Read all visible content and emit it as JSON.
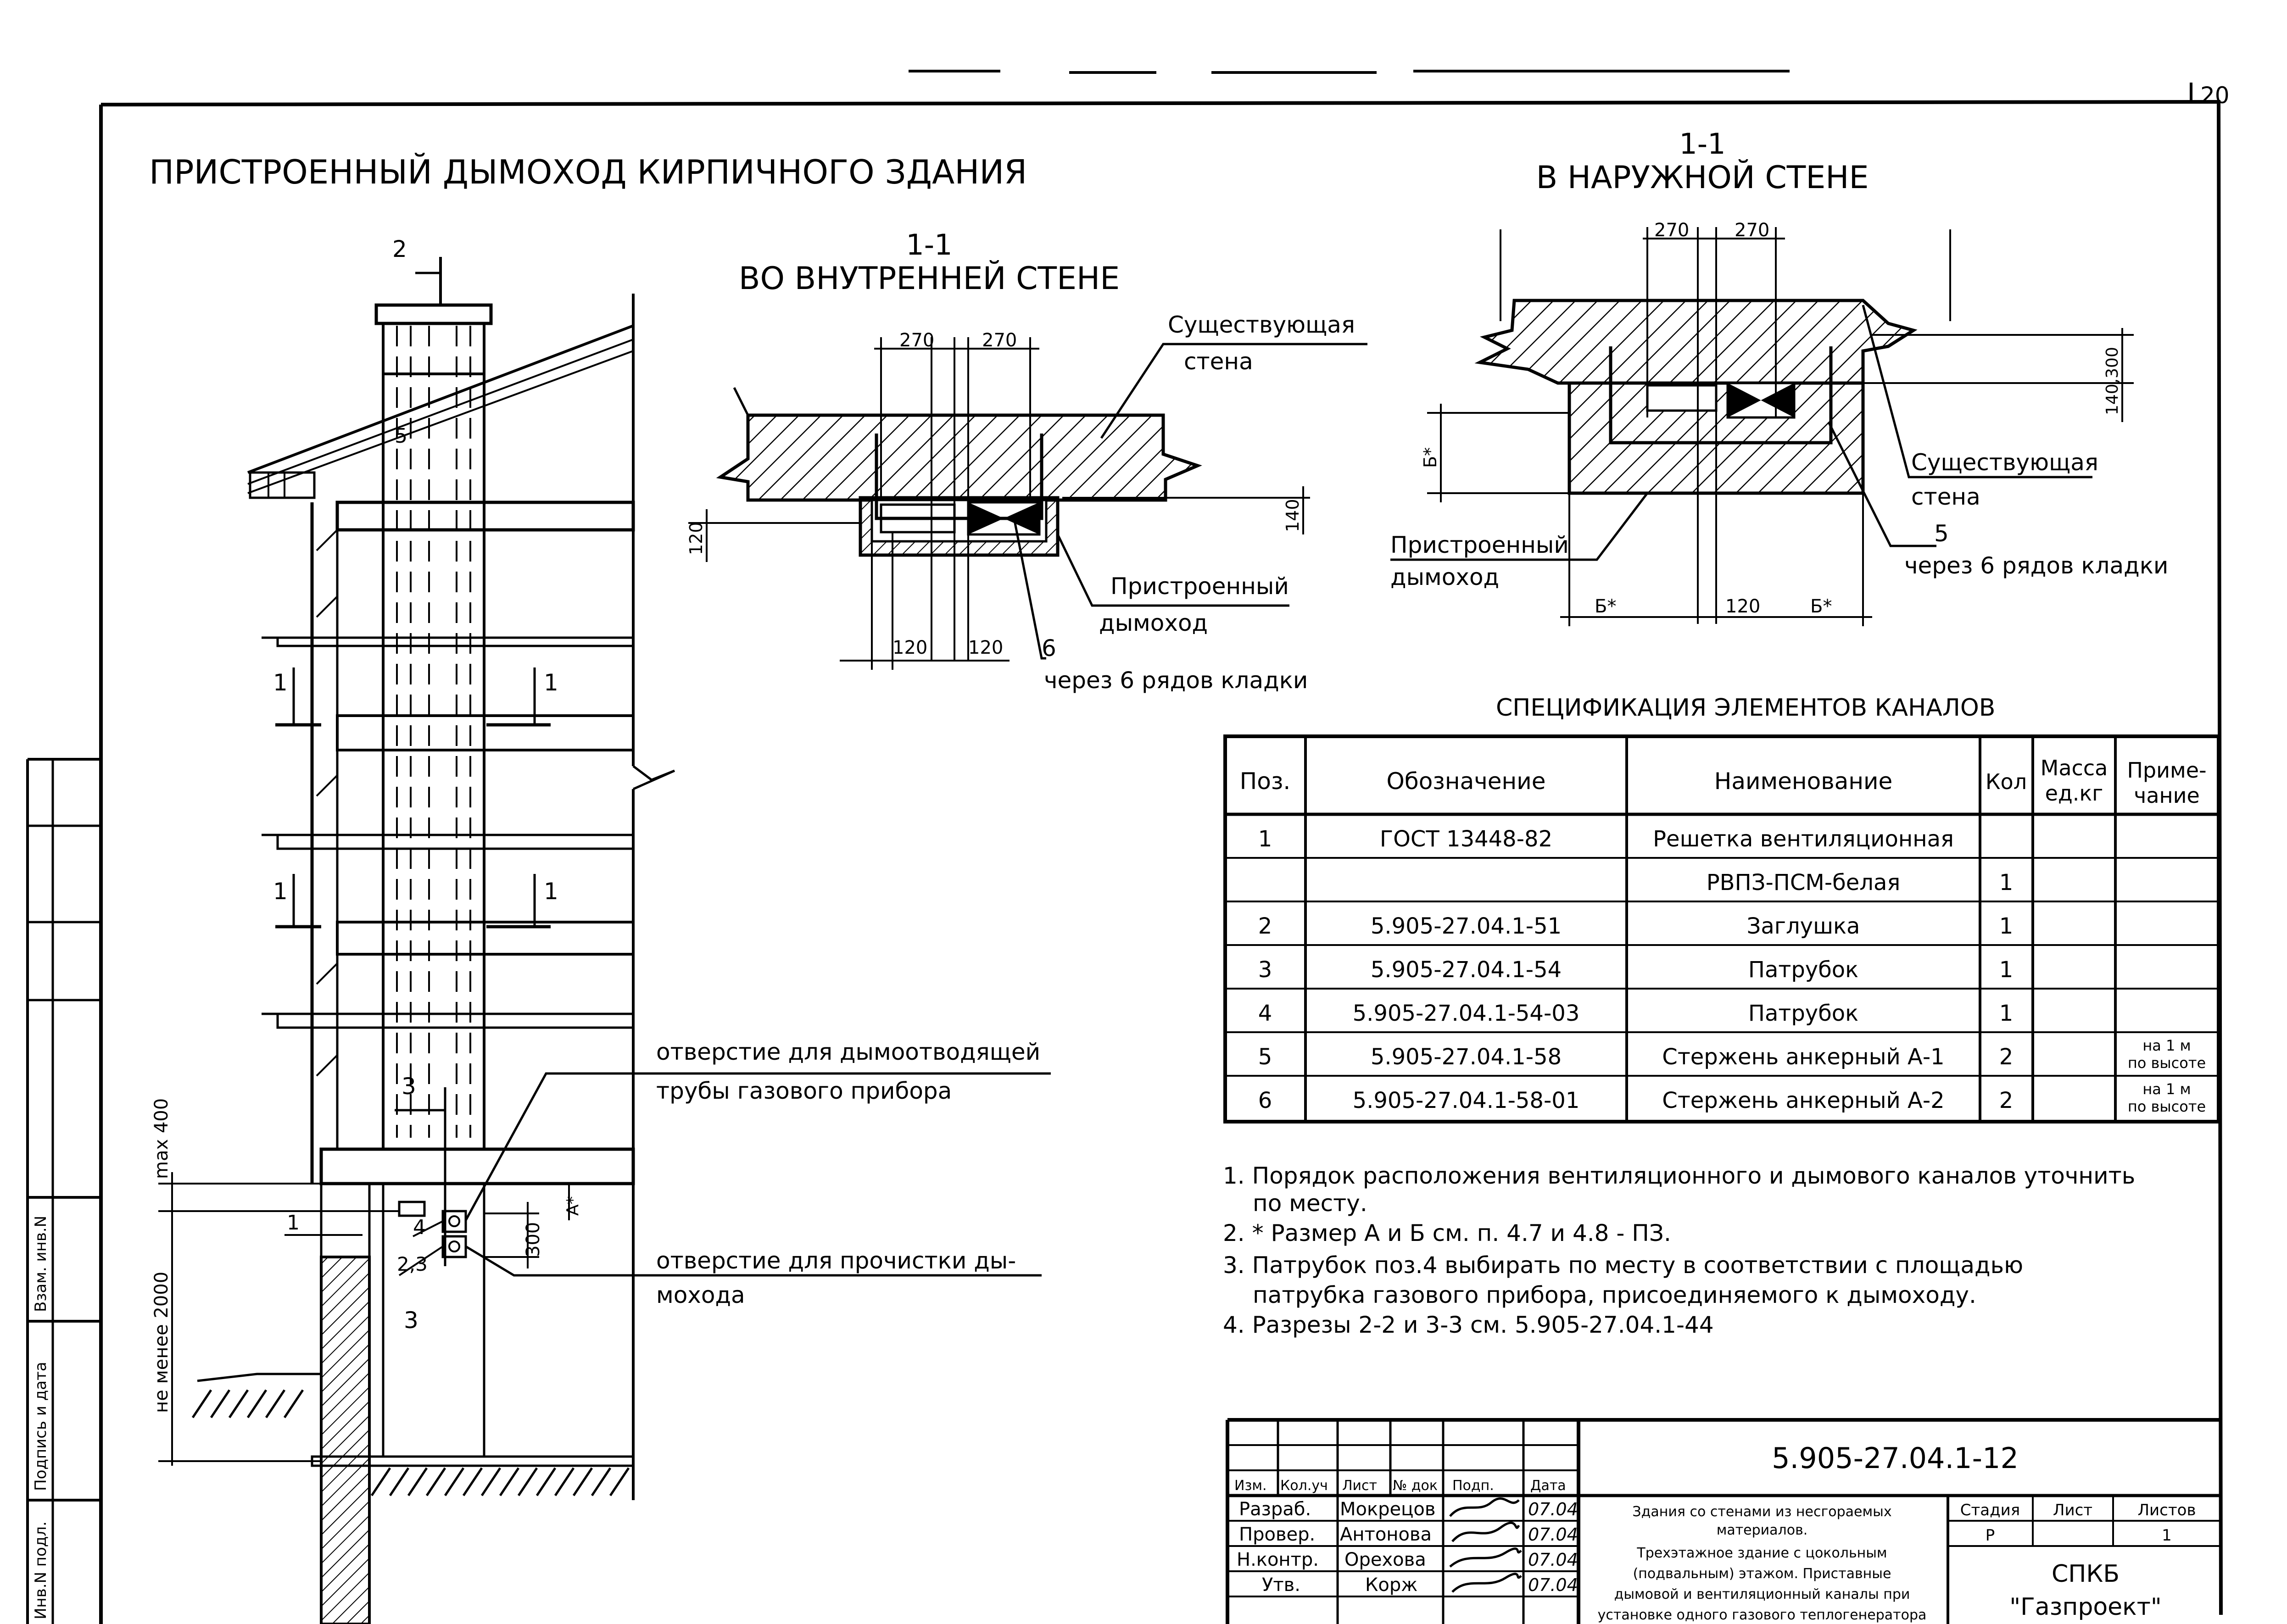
{
  "sheet": {
    "number": "20",
    "main_title": "ПРИСТРОЕННЫЙ ДЫМОХОД КИРПИЧНОГО ЗДАНИЯ",
    "section_mark": "1-1",
    "inner_title": "ВО ВНУТРЕННЕЙ СТЕНЕ",
    "outer_title": "В НАРУЖНОЙ СТЕНЕ"
  },
  "elevation": {
    "mark_2": "2",
    "mark_1": "1",
    "mark_3": "3",
    "mark_5": "5",
    "mark_4": "4",
    "mark_23": "2,3",
    "dim_max400": "max 400",
    "dim_2000": "не менее 2000",
    "dim_300": "300",
    "dim_a": "А*",
    "callout_smoke_1": "отверстие для дымоотводящей",
    "callout_smoke_2": "трубы газового прибора",
    "callout_clean_1": "отверстие для прочистки ды-",
    "callout_clean_2": "мохода"
  },
  "inner_section": {
    "dim_270a": "270",
    "dim_270b": "270",
    "dim_120a": "120",
    "dim_120b": "120",
    "dim_120c": "120",
    "dim_140": "140",
    "label_wall_1": "Существующая",
    "label_wall_2": "стена",
    "label_chimney_1": "Пристроенный",
    "label_chimney_2": "дымоход",
    "label_6": "6",
    "label_rows": "через 6 рядов кладки"
  },
  "outer_section": {
    "dim_270a": "270",
    "dim_270b": "270",
    "dim_140_300": "140,300",
    "dim_b": "Б*",
    "dim_b1": "Б*",
    "dim_b2": "Б*",
    "dim_120": "120",
    "label_wall_1": "Существующая",
    "label_wall_2": "стена",
    "label_5": "5",
    "label_rows": "через 6 рядов кладки",
    "label_chimney_1": "Пристроенный",
    "label_chimney_2": "дымоход"
  },
  "spec": {
    "title": "СПЕЦИФИКАЦИЯ ЭЛЕМЕНТОВ КАНАЛОВ",
    "headers": [
      "Поз.",
      "Обозначение",
      "Наименование",
      "Кол",
      "Масса ед.кг",
      "Приме- чание"
    ],
    "head_mass_1": "Масса",
    "head_mass_2": "ед.кг",
    "head_note_1": "Приме-",
    "head_note_2": "чание",
    "rows": [
      [
        "1",
        "ГОСТ 13448-82",
        "Решетка вентиляционная",
        "",
        "",
        ""
      ],
      [
        "",
        "",
        "РВПЗ-ПСМ-белая",
        "1",
        "",
        ""
      ],
      [
        "2",
        "5.905-27.04.1-51",
        "Заглушка",
        "1",
        "",
        ""
      ],
      [
        "3",
        "5.905-27.04.1-54",
        "Патрубок",
        "1",
        "",
        ""
      ],
      [
        "4",
        "5.905-27.04.1-54-03",
        "Патрубок",
        "1",
        "",
        ""
      ],
      [
        "5",
        "5.905-27.04.1-58",
        "Стержень анкерный А-1",
        "2",
        "",
        "на 1 м по высоте"
      ],
      [
        "6",
        "5.905-27.04.1-58-01",
        "Стержень анкерный А-2",
        "2",
        "",
        "на 1 м по высоте"
      ]
    ],
    "note_row_1": "на 1 м",
    "note_row_2": "по высоте"
  },
  "notes": [
    "1. Порядок расположения вентиляционного и дымового каналов уточнить",
    "по месту.",
    "2. * Размер А и Б см. п. 4.7 и 4.8 - ПЗ.",
    "3. Патрубок поз.4 выбирать по месту в соответствии с площадью",
    "патрубка газового прибора, присоединяемого к дымоходу.",
    "4. Разрезы 2-2 и 3-3 см. 5.905-27.04.1-44"
  ],
  "side_stamp": {
    "inv_podl": "Инв.N подл.",
    "podpis": "Подпись и дата",
    "vzam": "Взам. инв.N"
  },
  "title_block": {
    "code": "5.905-27.04.1-12",
    "head_izm": "Изм.",
    "head_kol": "Кол.уч",
    "head_list": "Лист",
    "head_ndok": "№ док",
    "head_podp": "Подп.",
    "head_data": "Дата",
    "roles": [
      "Разраб.",
      "Провер.",
      "Н.контр.",
      "Утв."
    ],
    "names": [
      "Мокрецов",
      "Антонова",
      "Орехова",
      "Корж"
    ],
    "dates": [
      "07.04",
      "07.04",
      "07.04",
      "07.04"
    ],
    "desc": [
      "Здания со стенами из несгораемых",
      "материалов.",
      "Трехэтажное здание с цокольным",
      "(подвальным) этажом. Приставные",
      "дымовой и вентиляционный каналы при",
      "установке одного газового теплогенератора"
    ],
    "stage_head": "Стадия",
    "list_head": "Лист",
    "lists_head": "Листов",
    "stage": "Р",
    "list": "",
    "lists": "1",
    "org_1": "СПКБ",
    "org_2": "\"Газпроект\""
  }
}
